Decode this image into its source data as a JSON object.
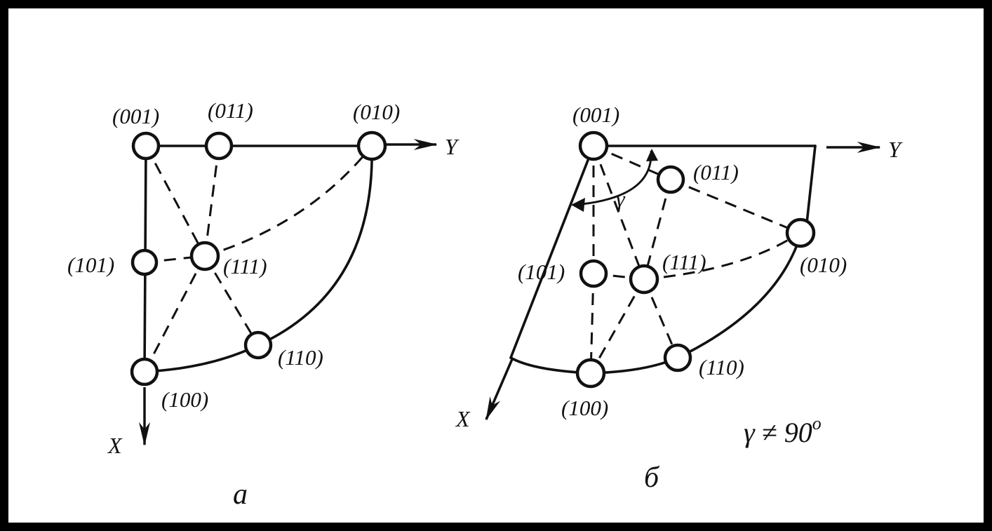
{
  "panel_a": {
    "caption": "а",
    "axis_x": "X",
    "axis_y": "Y",
    "nodes": {
      "n001": "(001)",
      "n011": "(011)",
      "n010": "(010)",
      "n101": "(101)",
      "n111": "(111)",
      "n110": "(110)",
      "n100": "(100)"
    }
  },
  "panel_b": {
    "caption": "б",
    "axis_x": "X",
    "axis_y": "Y",
    "angle_symbol": "γ",
    "condition": "γ ≠ 90",
    "condition_sup": "o",
    "nodes": {
      "n001": "(001)",
      "n011": "(011)",
      "n010": "(010)",
      "n101": "(101)",
      "n111": "(111)",
      "n110": "(110)",
      "n100": "(100)"
    }
  }
}
